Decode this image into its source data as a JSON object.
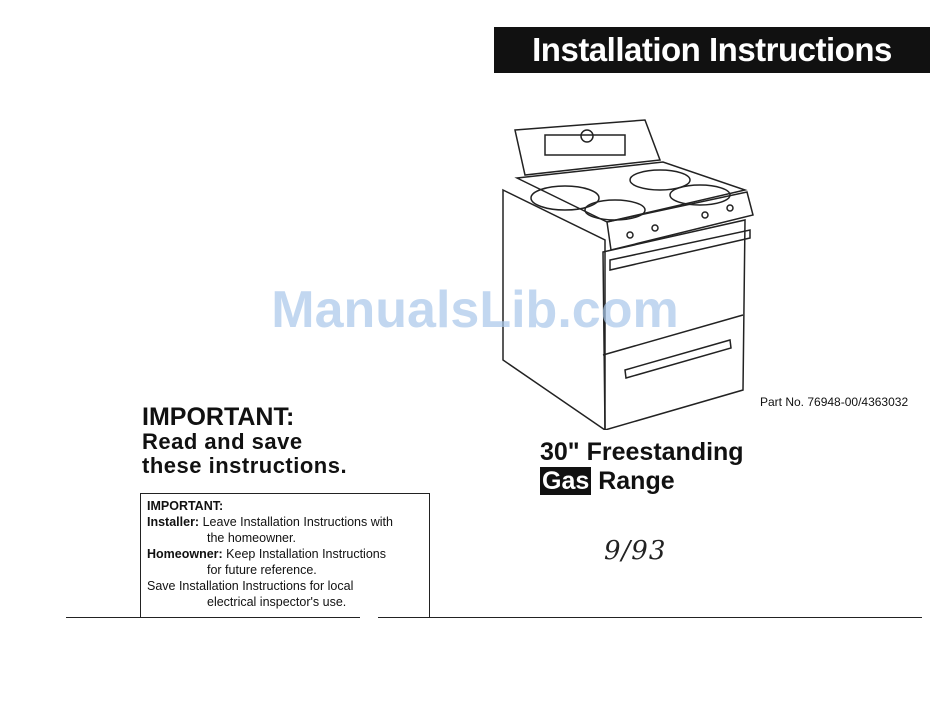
{
  "header": {
    "title": "Installation Instructions"
  },
  "watermark": "ManualsLib.com",
  "part_number": "Part No. 76948-00/4363032",
  "important": {
    "heading": "IMPORTANT:",
    "line1": "Read and save",
    "line2": "these instructions."
  },
  "product": {
    "line1": "30\" Freestanding",
    "gas_word": "Gas",
    "range_word": " Range"
  },
  "notice_box": {
    "heading": "IMPORTANT:",
    "installer_label": "Installer:",
    "installer_text": " Leave Installation Instructions with",
    "installer_cont": "the homeowner.",
    "homeowner_label": "Homeowner:",
    "homeowner_text": " Keep Installation Instructions",
    "homeowner_cont": "for future reference.",
    "save_text": "Save Installation Instructions for local",
    "save_cont": "electrical inspector's use."
  },
  "handwritten_date": "9/93",
  "illustration": {
    "icon": "gas-range-illustration"
  }
}
